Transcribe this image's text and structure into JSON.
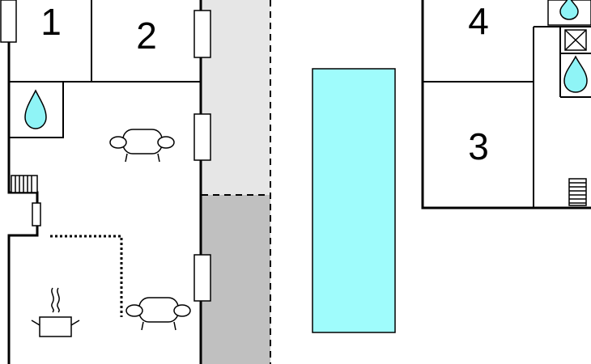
{
  "plan": {
    "rooms": [
      {
        "id": "1",
        "label": "1"
      },
      {
        "id": "2",
        "label": "2"
      },
      {
        "id": "3",
        "label": "3"
      },
      {
        "id": "4",
        "label": "4"
      }
    ],
    "features": {
      "pool": "swimming-pool",
      "terrace_light": "covered-terrace",
      "terrace_dark": "paved-terrace"
    },
    "colors": {
      "wall": "#000000",
      "pool": "#9ffcfc",
      "water_drop": "#8ff4f6",
      "terrace_light": "#e6e6e6",
      "terrace_dark": "#c0c0c0"
    },
    "icons": [
      "water-drop-icon",
      "sofa-icon",
      "cooking-pot-icon",
      "stairs-icon",
      "cross-box-icon"
    ]
  }
}
